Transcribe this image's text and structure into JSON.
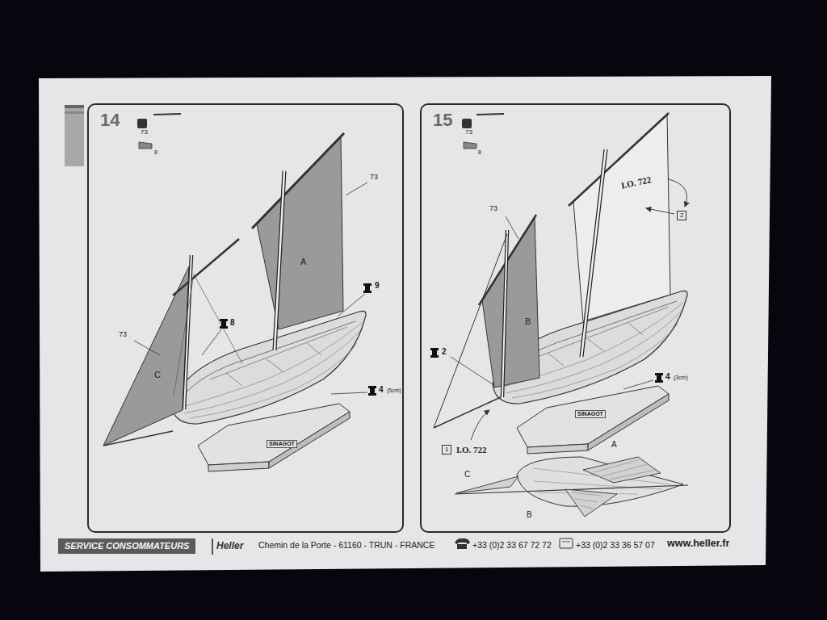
{
  "diagram": {
    "nodes": [
      {
        "text": [
          "14"
        ]
      },
      {
        "text": [
          "15"
        ]
      },
      {
        "text": [
          "2"
        ],
        "in": 1
      },
      {
        "text": [
          "1"
        ],
        "in": 1
      },
      {
        "text": [
          "SERVICE CONSOMMATEURS"
        ]
      }
    ],
    "labels": [
      "73",
      "8",
      "73",
      "A",
      "9",
      "8",
      "73",
      "C",
      "4",
      "(5cm)",
      "SINAGOT",
      "73",
      "8",
      "73",
      "B",
      "2",
      "4",
      "(3cm)",
      "SINAGOT",
      "I.O. 722",
      "I.O. 722",
      "A",
      "C",
      "B",
      "Heller",
      "Chemin de la Porte - 61160 - TRUN - FRANCE",
      "+33 (0)2 33 67 72 72",
      "+33 (0)2 33 36 57 07",
      "www.heller.fr"
    ]
  }
}
